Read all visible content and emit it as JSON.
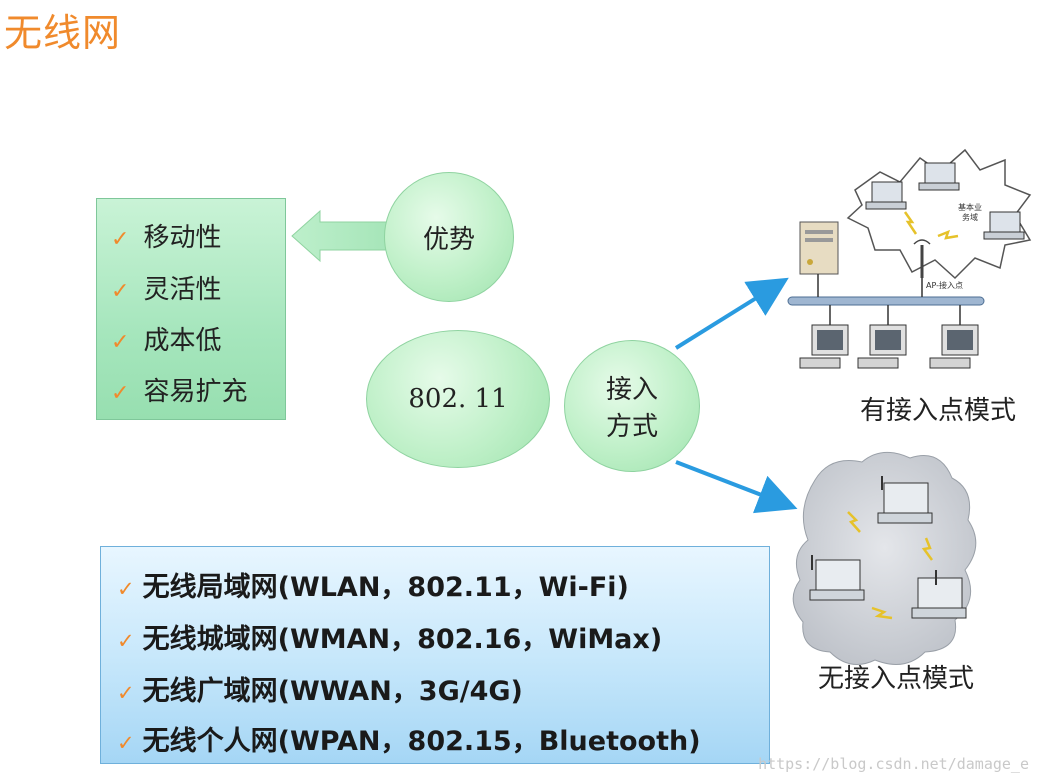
{
  "title": "无线网",
  "advantages": {
    "items": [
      "移动性",
      "灵活性",
      "成本低",
      "容易扩充"
    ]
  },
  "bubbles": {
    "advantage": "优势",
    "standard": "802. 11",
    "access_line1": "接入",
    "access_line2": "方式"
  },
  "types": [
    "无线局域网(WLAN，802.11，Wi-Fi)",
    "无线城域网(WMAN，802.16，WiMax)",
    "无线广域网(WWAN，3G/4G)",
    "无线个人网(WPAN，802.15，Bluetooth)"
  ],
  "modes": {
    "with_ap": "有接入点模式",
    "without_ap": "无接入点模式",
    "ap_label": "AP-接入点",
    "core_label_1": "基本业",
    "core_label_2": "务域"
  },
  "check_symbol": "✓",
  "watermark": "https://blog.csdn.net/damage_e",
  "colors": {
    "title": "#f08a2c",
    "check": "#f08a2c",
    "arrow_blue": "#2a9be0"
  },
  "icons": [
    "server-icon",
    "laptop-icon",
    "desktop-icon",
    "antenna-icon",
    "lightning-icon",
    "cloud-icon"
  ]
}
